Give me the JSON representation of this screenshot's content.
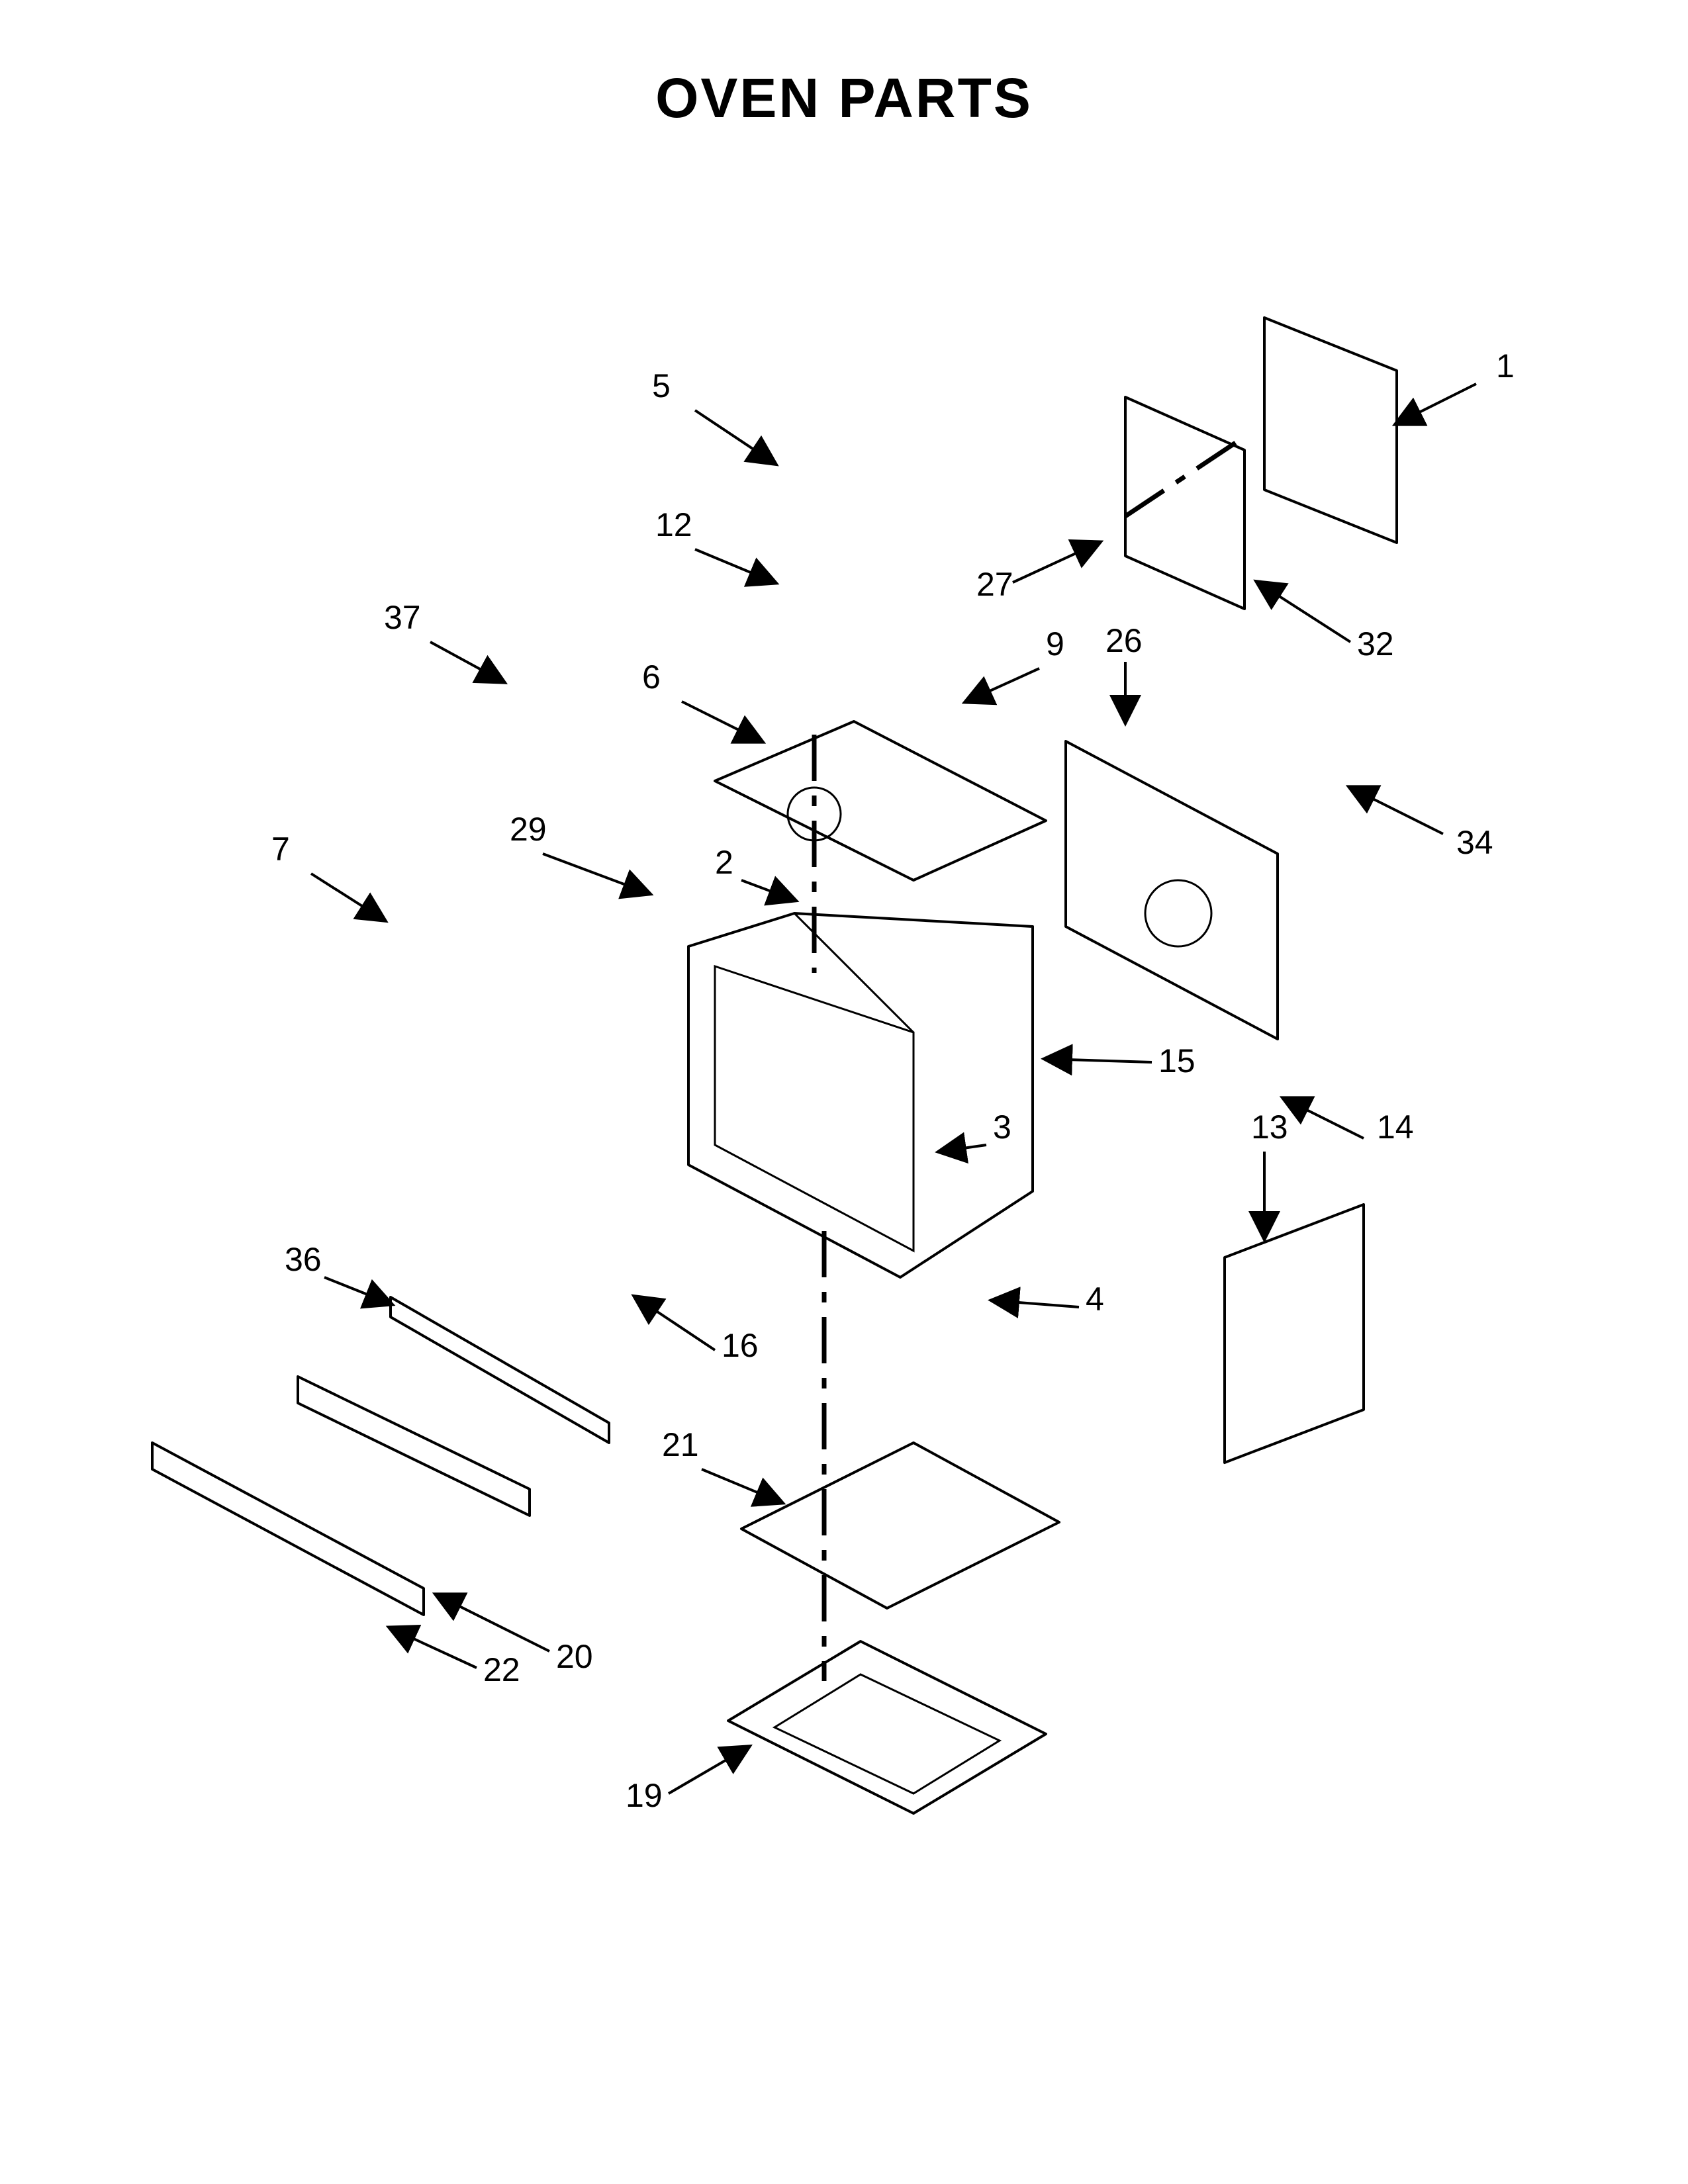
{
  "title": "OVEN PARTS",
  "callouts": [
    {
      "id": "c1",
      "label": "1"
    },
    {
      "id": "c2",
      "label": "2"
    },
    {
      "id": "c3",
      "label": "3"
    },
    {
      "id": "c4",
      "label": "4"
    },
    {
      "id": "c5",
      "label": "5"
    },
    {
      "id": "c6",
      "label": "6"
    },
    {
      "id": "c7",
      "label": "7"
    },
    {
      "id": "c9",
      "label": "9"
    },
    {
      "id": "c12",
      "label": "12"
    },
    {
      "id": "c13",
      "label": "13"
    },
    {
      "id": "c14",
      "label": "14"
    },
    {
      "id": "c15",
      "label": "15"
    },
    {
      "id": "c16",
      "label": "16"
    },
    {
      "id": "c19",
      "label": "19"
    },
    {
      "id": "c20",
      "label": "20"
    },
    {
      "id": "c21",
      "label": "21"
    },
    {
      "id": "c22",
      "label": "22"
    },
    {
      "id": "c26",
      "label": "26"
    },
    {
      "id": "c27",
      "label": "27"
    },
    {
      "id": "c29",
      "label": "29"
    },
    {
      "id": "c32",
      "label": "32"
    },
    {
      "id": "c34",
      "label": "34"
    },
    {
      "id": "c36",
      "label": "36"
    },
    {
      "id": "c37",
      "label": "37"
    }
  ]
}
